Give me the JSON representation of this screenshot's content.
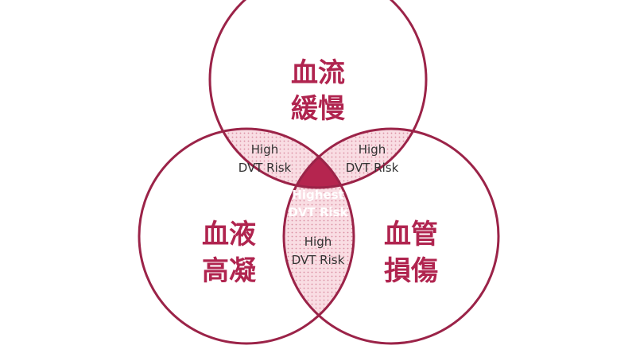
{
  "colors": {
    "stroke": "#9b2348",
    "primary_text": "#b0244f",
    "overlap_text": "#333333",
    "center_fill": "#b5254f",
    "center_text": "#ffffff",
    "overlap_fill": "#f9dde3",
    "overlap_dot": "#d98ea2"
  },
  "circles": {
    "top": {
      "line1": "血流",
      "line2": "緩慢"
    },
    "left": {
      "line1": "血液",
      "line2": "高凝"
    },
    "right": {
      "line1": "血管",
      "line2": "損傷"
    }
  },
  "overlaps": {
    "top_left": {
      "line1": "High",
      "line2": "DVT Risk"
    },
    "top_right": {
      "line1": "High",
      "line2": "DVT Risk"
    },
    "bottom": {
      "line1": "High",
      "line2": "DVT Risk"
    }
  },
  "center": {
    "line1": "Highest",
    "line2": "DVT Risk"
  }
}
